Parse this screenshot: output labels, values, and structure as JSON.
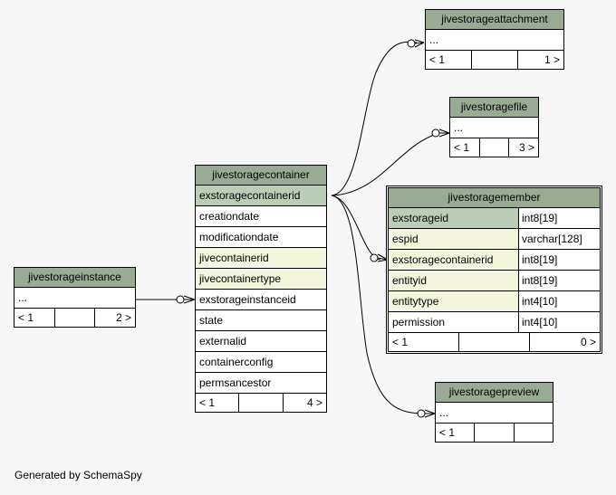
{
  "tables": {
    "attachment": {
      "name": "jivestorageattachment",
      "rows": [
        "..."
      ],
      "footer": [
        "< 1",
        "",
        "1 >"
      ]
    },
    "file": {
      "name": "jivestoragefile",
      "rows": [
        "..."
      ],
      "footer": [
        "< 1",
        "",
        "3 >"
      ]
    },
    "container": {
      "name": "jivestoragecontainer",
      "rows": [
        "exstoragecontainerid",
        "creationdate",
        "modificationdate",
        "jivecontainerid",
        "jivecontainertype",
        "exstorageinstanceid",
        "state",
        "externalid",
        "containerconfig",
        "permsancestor"
      ],
      "footer": [
        "< 1",
        "",
        "4 >"
      ]
    },
    "member": {
      "name": "jivestoragemember",
      "rows": [
        {
          "col": "exstorageid",
          "type": "int8[19]"
        },
        {
          "col": "espid",
          "type": "varchar[128]"
        },
        {
          "col": "exstoragecontainerid",
          "type": "int8[19]"
        },
        {
          "col": "entityid",
          "type": "int8[19]"
        },
        {
          "col": "entitytype",
          "type": "int4[10]"
        },
        {
          "col": "permission",
          "type": "int4[10]"
        }
      ],
      "footer": [
        "< 1",
        "",
        "0 >"
      ]
    },
    "instance": {
      "name": "jivestorageinstance",
      "rows": [
        "..."
      ],
      "footer": [
        "< 1",
        "",
        "2 >"
      ]
    },
    "preview": {
      "name": "jivestoragepreview",
      "rows": [
        "..."
      ],
      "footer": [
        "< 1",
        "",
        ""
      ]
    }
  },
  "caption": "Generated by SchemaSpy",
  "colors": {
    "header": "#9aab94",
    "primary_key": "#bccdb7",
    "foreign_key": "#f3f6dc",
    "background": "#f7f7f7"
  }
}
